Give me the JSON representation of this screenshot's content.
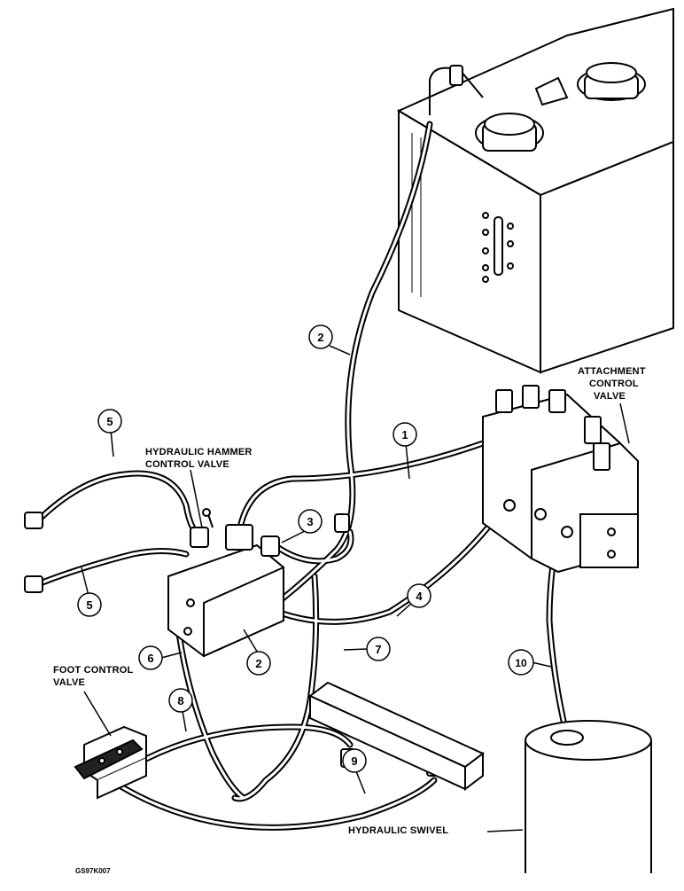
{
  "labels": {
    "attachment_valve": [
      "ATTACHMENT",
      "CONTROL",
      "VALVE"
    ],
    "hammer_valve": [
      "HYDRAULIC HAMMER",
      "CONTROL VALVE"
    ],
    "foot_valve": [
      "FOOT CONTROL",
      "VALVE"
    ],
    "swivel": "HYDRAULIC SWIVEL",
    "figure_code": "GS97K007"
  },
  "callouts": [
    {
      "id": "c2-tank",
      "num": "2"
    },
    {
      "id": "c5-top",
      "num": "5"
    },
    {
      "id": "c1",
      "num": "1"
    },
    {
      "id": "c3",
      "num": "3"
    },
    {
      "id": "c5-bottom",
      "num": "5"
    },
    {
      "id": "c4",
      "num": "4"
    },
    {
      "id": "c2-valve",
      "num": "2"
    },
    {
      "id": "c6",
      "num": "6"
    },
    {
      "id": "c7",
      "num": "7"
    },
    {
      "id": "c8",
      "num": "8"
    },
    {
      "id": "c10",
      "num": "10"
    },
    {
      "id": "c9",
      "num": "9"
    }
  ]
}
